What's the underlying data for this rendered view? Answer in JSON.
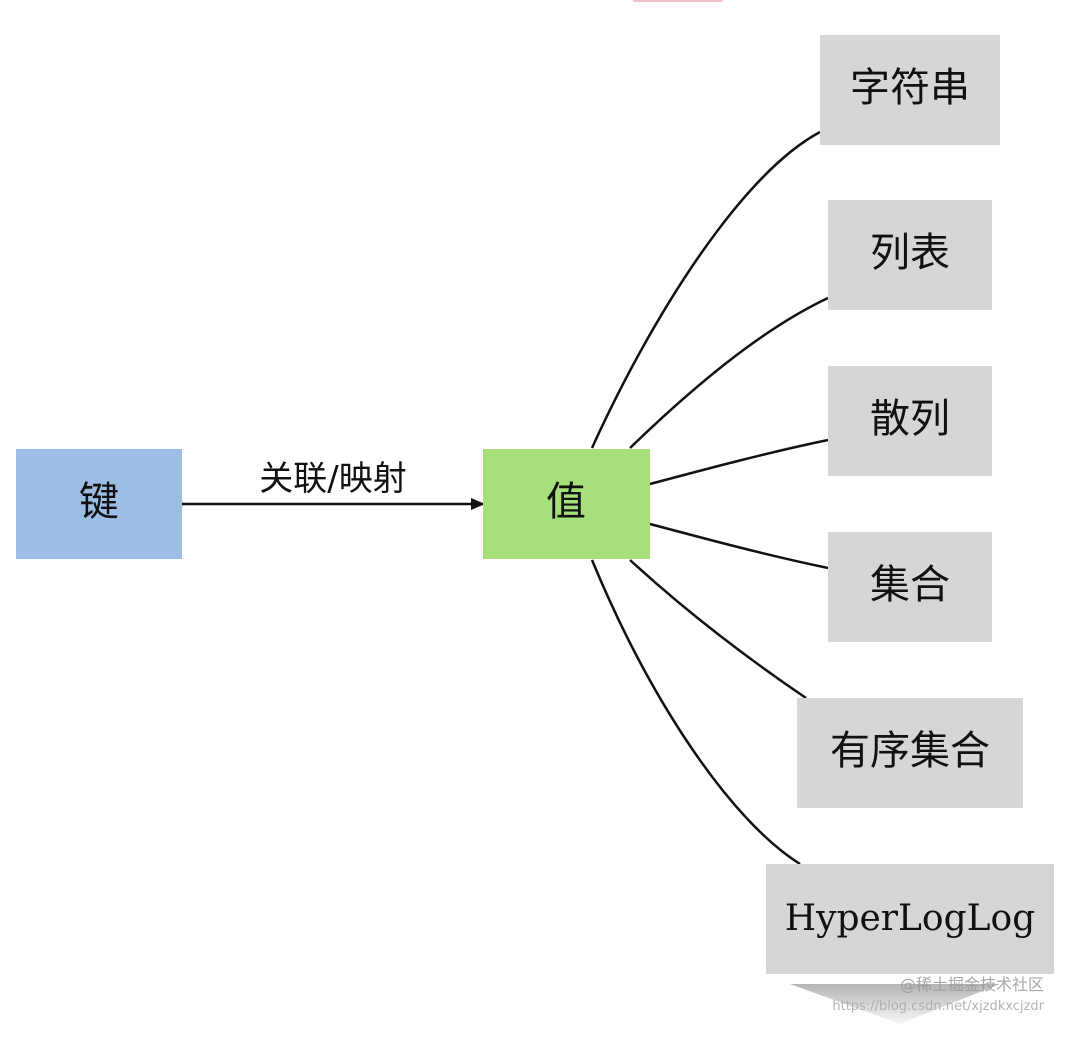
{
  "diagram": {
    "source_node": {
      "label": "键",
      "fill": "#9cbde4"
    },
    "edge_label": "关联/映射",
    "value_node": {
      "label": "值",
      "fill": "#a6e07a"
    },
    "type_nodes": [
      {
        "label": "字符串"
      },
      {
        "label": "列表"
      },
      {
        "label": "散列"
      },
      {
        "label": "集合"
      },
      {
        "label": "有序集合"
      },
      {
        "label": "HyperLogLog"
      }
    ],
    "type_node_fill": "#d6d6d6"
  },
  "watermark": {
    "line1": "@稀土掘金技术社区",
    "line2": "https://blog.csdn.net/xjzdkxcjzdr"
  }
}
